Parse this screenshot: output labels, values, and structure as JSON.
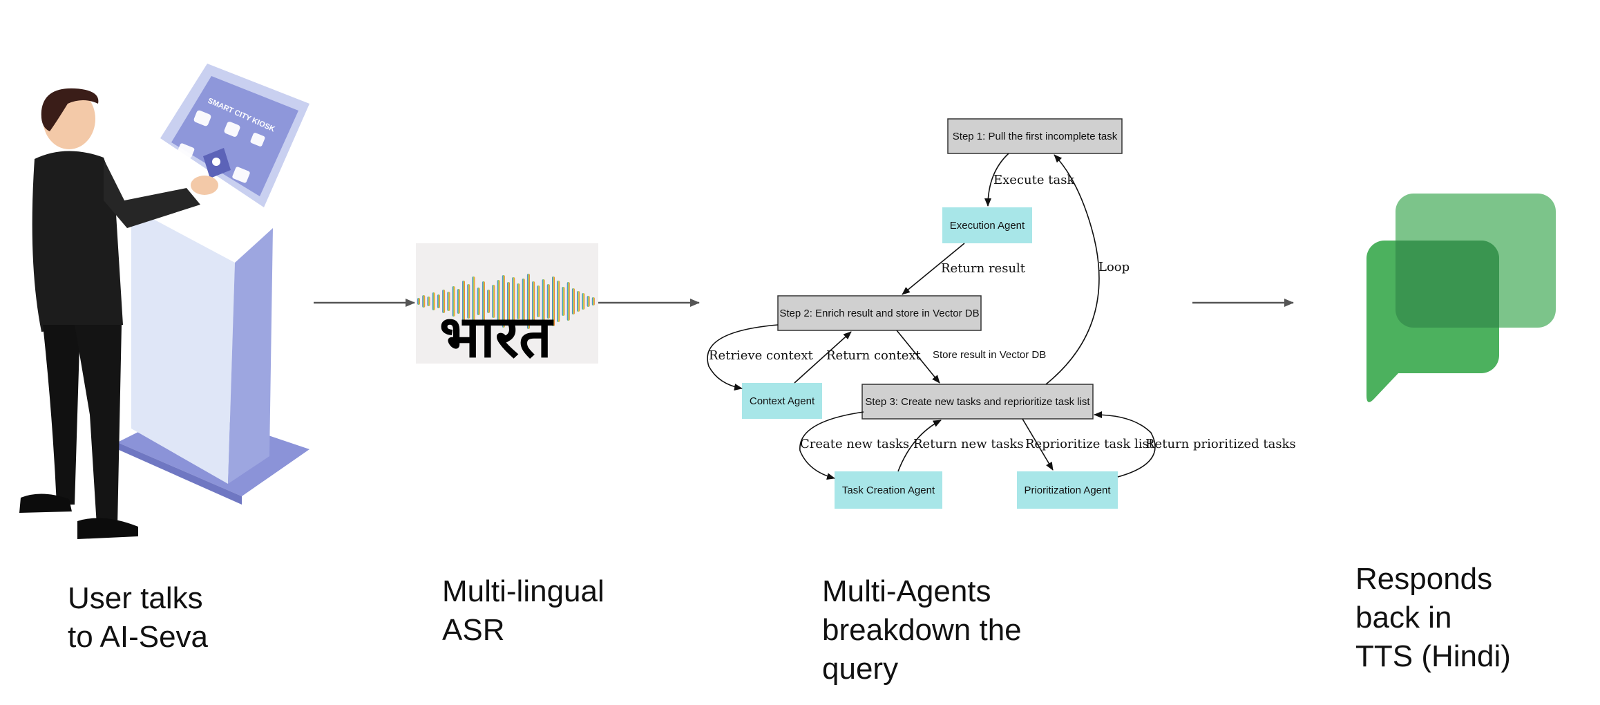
{
  "stages": [
    {
      "label": "User talks\nto AI-Seva"
    },
    {
      "label": "Multi-lingual\nASR"
    },
    {
      "label": "Multi-Agents\nbreakdown the\nquery"
    },
    {
      "label": "Responds\nback in\nTTS (Hindi)"
    }
  ],
  "kiosk": {
    "title": "SMART CITY KIOSK"
  },
  "asr": {
    "script_text": "भारत"
  },
  "agent_flow": {
    "steps": {
      "step1": "Step 1: Pull the first incomplete task",
      "step2": "Step 2: Enrich result and store in Vector DB",
      "step3": "Step 3: Create new tasks and reprioritize task list"
    },
    "agents": {
      "execution": "Execution Agent",
      "context": "Context Agent",
      "task_creation": "Task Creation Agent",
      "prioritization": "Prioritization Agent"
    },
    "edges": {
      "execute_task": "Execute task",
      "return_result": "Return result",
      "loop": "Loop",
      "retrieve_context": "Retrieve context",
      "return_context": "Return context",
      "store_result": "Store result in Vector DB",
      "create_new_tasks": "Create new tasks",
      "return_new_tasks": "Return new tasks",
      "reprioritize": "Reprioritize task list",
      "return_prioritized": "Return prioritized tasks"
    }
  },
  "colors": {
    "agent_box": "#a8e6e8",
    "step_box": "#d0d0d0",
    "chat_dark": "#3ba85a",
    "chat_light": "#7cc48a",
    "arrow": "#555555"
  }
}
